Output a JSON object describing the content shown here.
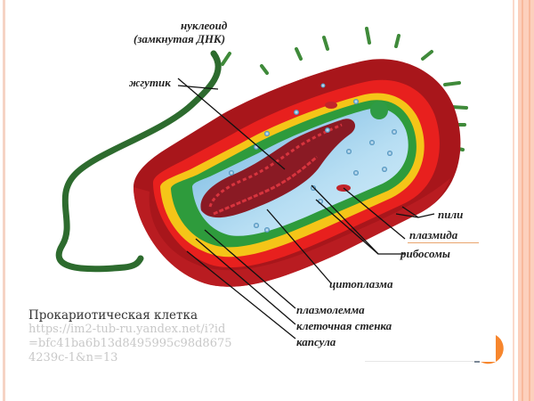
{
  "slide": {
    "background": "#ffffff",
    "border_color": "#f6d3c4",
    "accent_color": "#f7862d"
  },
  "diagram": {
    "title": "Прокариотическая клетка",
    "labels": {
      "nucleoid_line1": "нуклеоид",
      "nucleoid_line2": "(замкнутая ДНК)",
      "flagellum": "жгутик",
      "pili": "пили",
      "plasmid": "плазмида",
      "ribosomes": "рибосомы",
      "cytoplasm": "цитоплазма",
      "plasmolemma": "плазмолемма",
      "cell_wall": "клеточная стенка",
      "capsule": "капсула"
    },
    "colors": {
      "capsule": "#b41c1c",
      "capsule_dark": "#8e1212",
      "cell_wall": "#e8201e",
      "yellow_layer": "#f5c518",
      "membrane": "#2e9b3c",
      "cytoplasm": "#a9d6f0",
      "nucleoid": "#a3222a",
      "flagellum": "#2d6b2e",
      "pili": "#3f8a3a"
    }
  },
  "caption": {
    "title": "Прокариотическая клетка",
    "url": "https://im2-tub-ru.yandex.net/i?id=bfc41ba6b13d8495995c98d86754239c-1&n=13"
  }
}
